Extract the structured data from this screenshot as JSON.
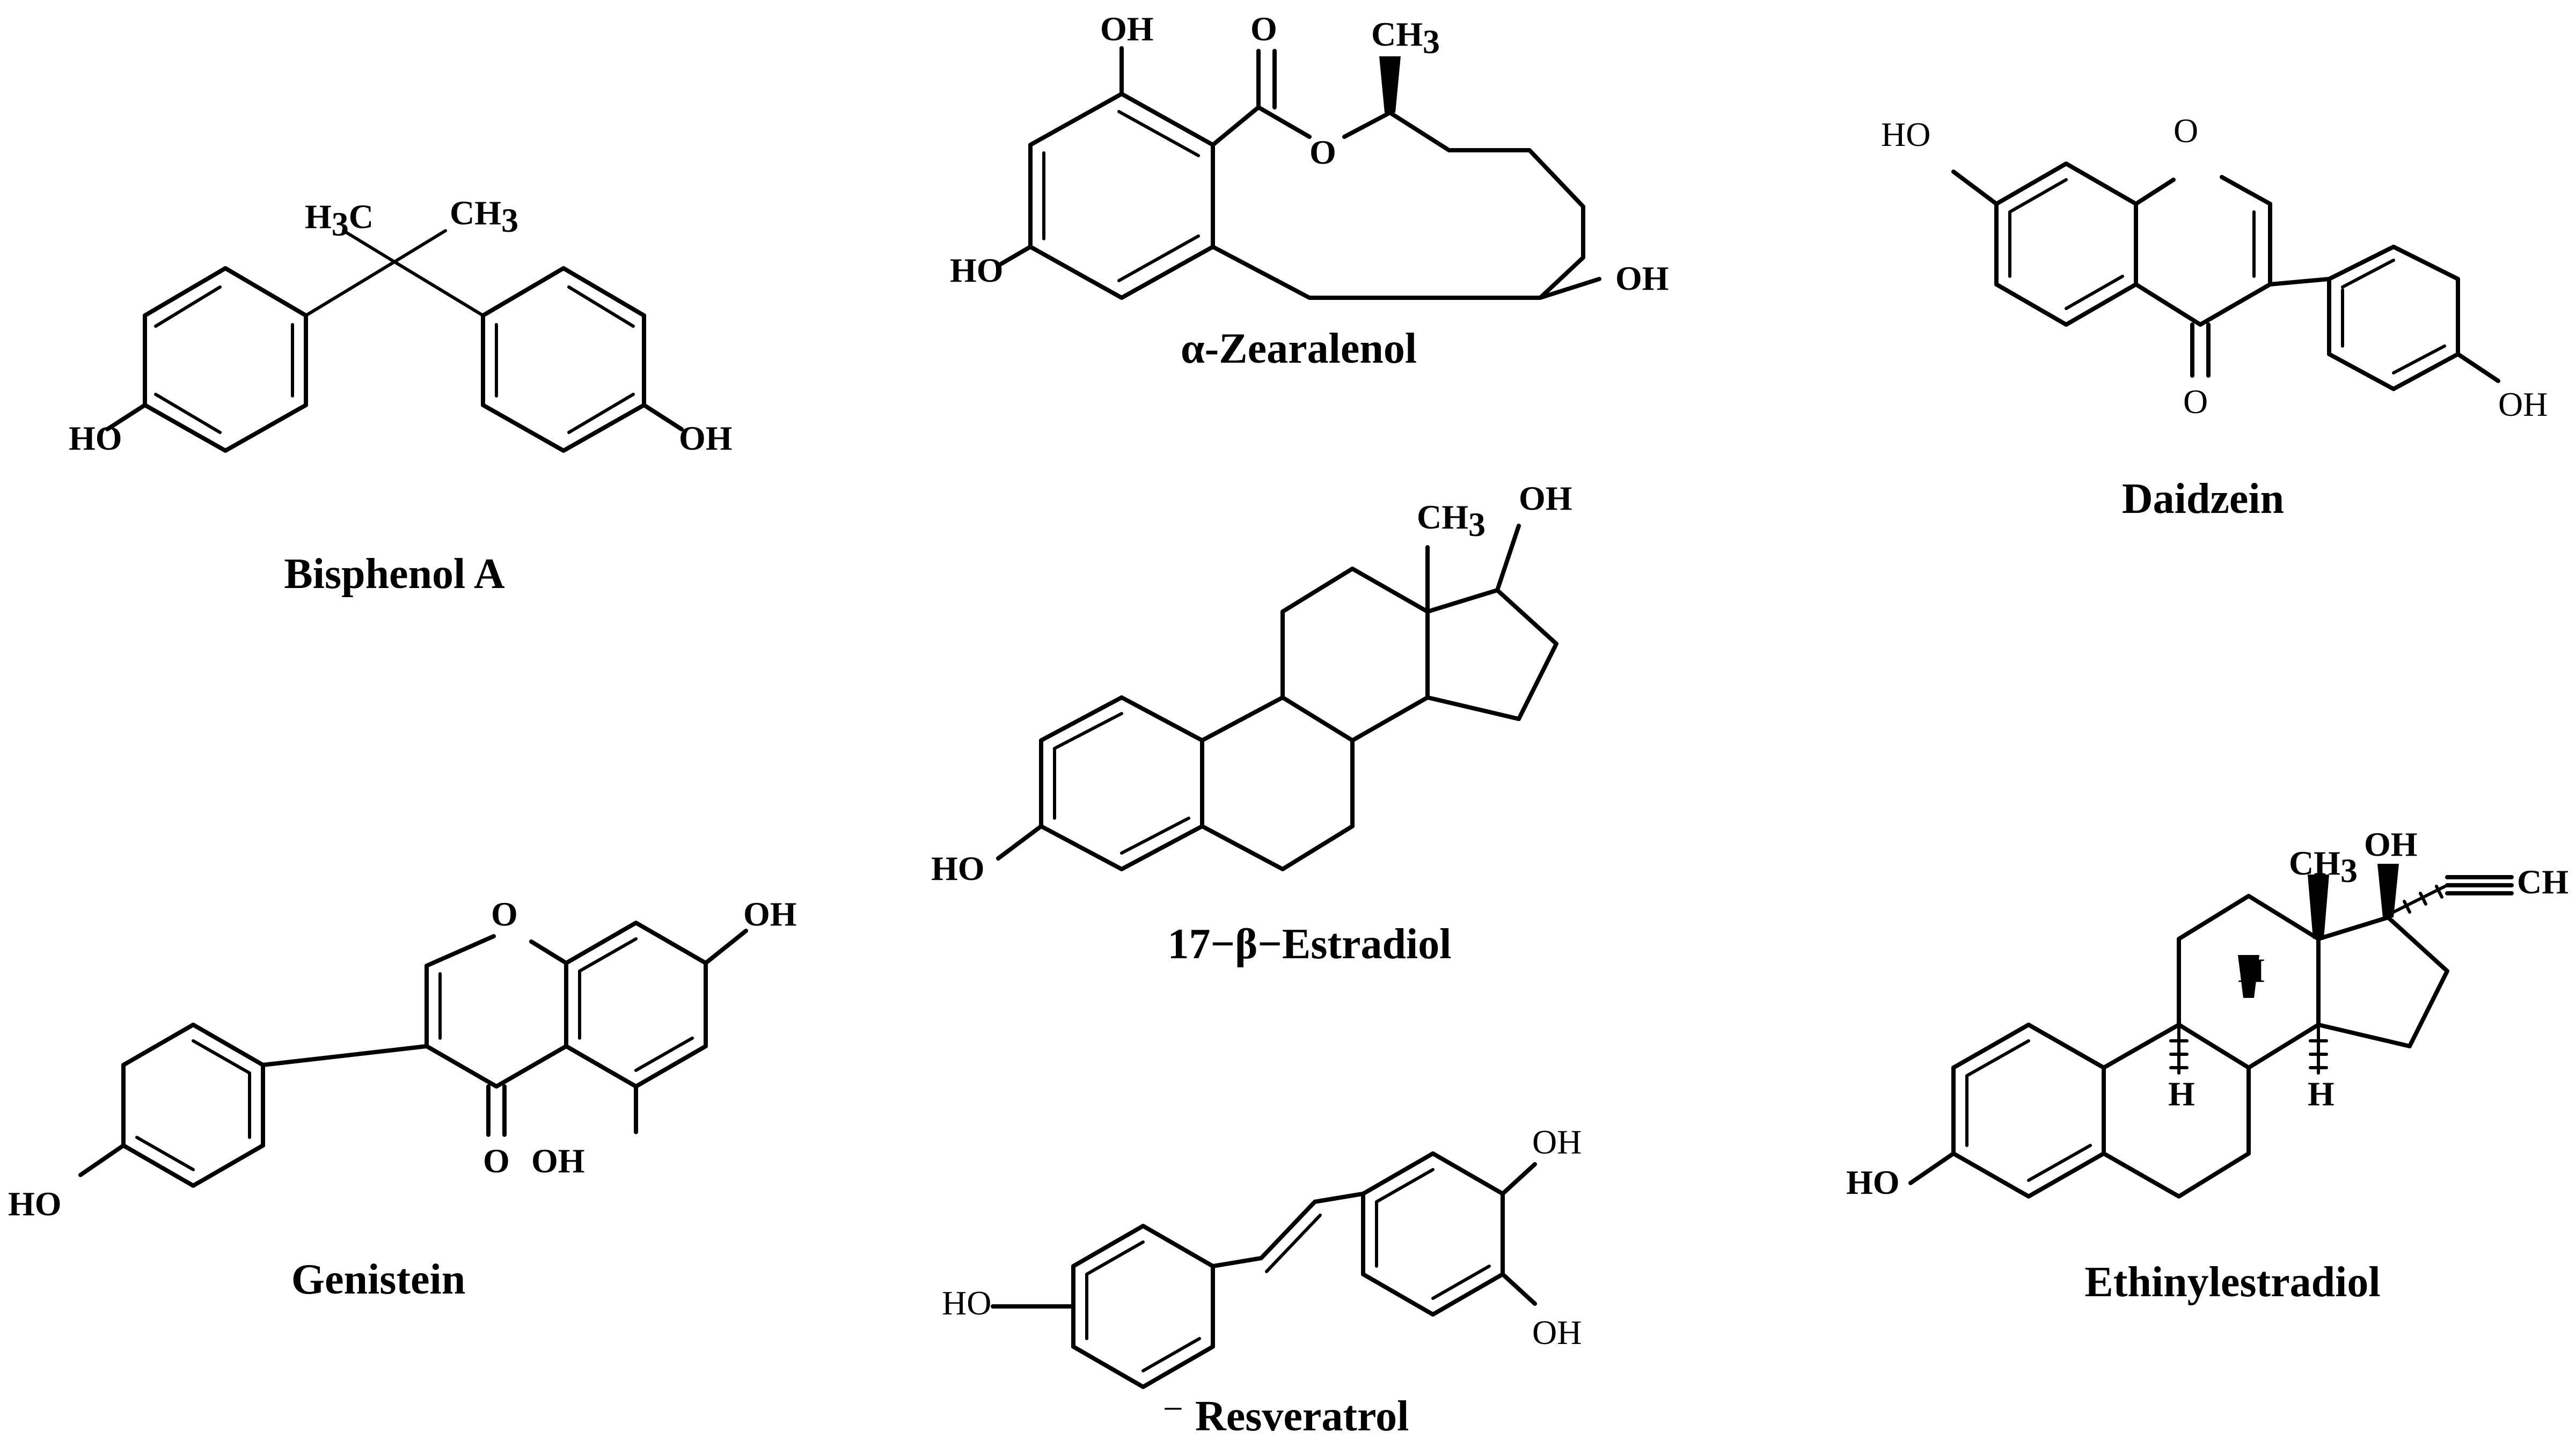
{
  "compounds": [
    {
      "id": "bisphenol-a",
      "name": "Bisphenol A"
    },
    {
      "id": "alpha-zearalenol",
      "name": "α-Zearalenol"
    },
    {
      "id": "daidzein",
      "name": "Daidzein"
    },
    {
      "id": "estradiol",
      "name": "17−β−Estradiol"
    },
    {
      "id": "genistein",
      "name": "Genistein"
    },
    {
      "id": "resveratrol",
      "name": "Resveratrol"
    },
    {
      "id": "ethinylestradiol",
      "name": "Ethinylestradiol"
    }
  ],
  "resveratrol_mark": "⁻",
  "atom_labels": {
    "ho": "HO",
    "oh": "OH",
    "o": "O",
    "ch": "CH",
    "h": "H",
    "h3c": "H",
    "sub3": "3",
    "ch3": "CH",
    "c": "C"
  }
}
